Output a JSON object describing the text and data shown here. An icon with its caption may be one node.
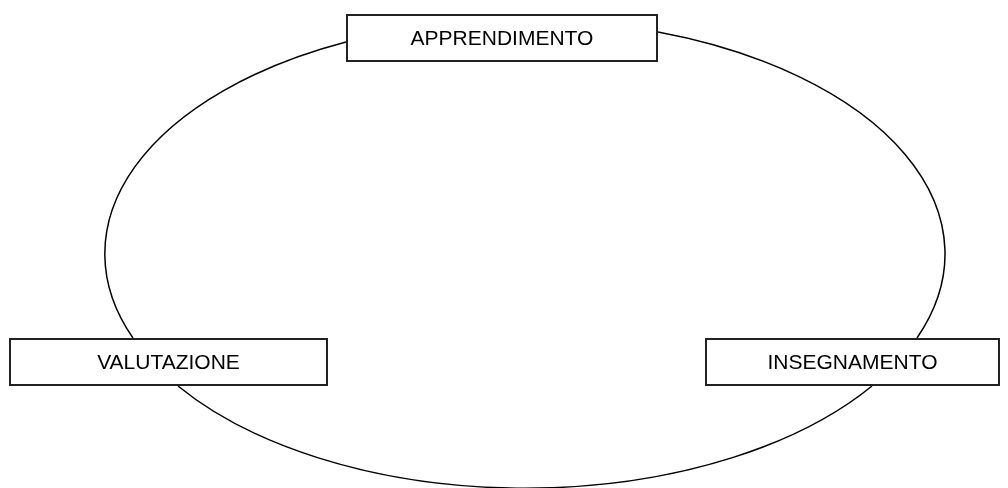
{
  "diagram": {
    "nodes": [
      {
        "text": [
          "APPRENDIMENTO"
        ]
      },
      {
        "text": [
          "VALUTAZIONE"
        ]
      },
      {
        "text": [
          "INSEGNAMENTO"
        ]
      }
    ],
    "edges": [
      {
        "from": 0,
        "to": 2,
        "arrow": "none"
      },
      {
        "from": 2,
        "to": 1,
        "arrow": "none"
      },
      {
        "from": 1,
        "to": 0,
        "arrow": "none"
      }
    ]
  }
}
